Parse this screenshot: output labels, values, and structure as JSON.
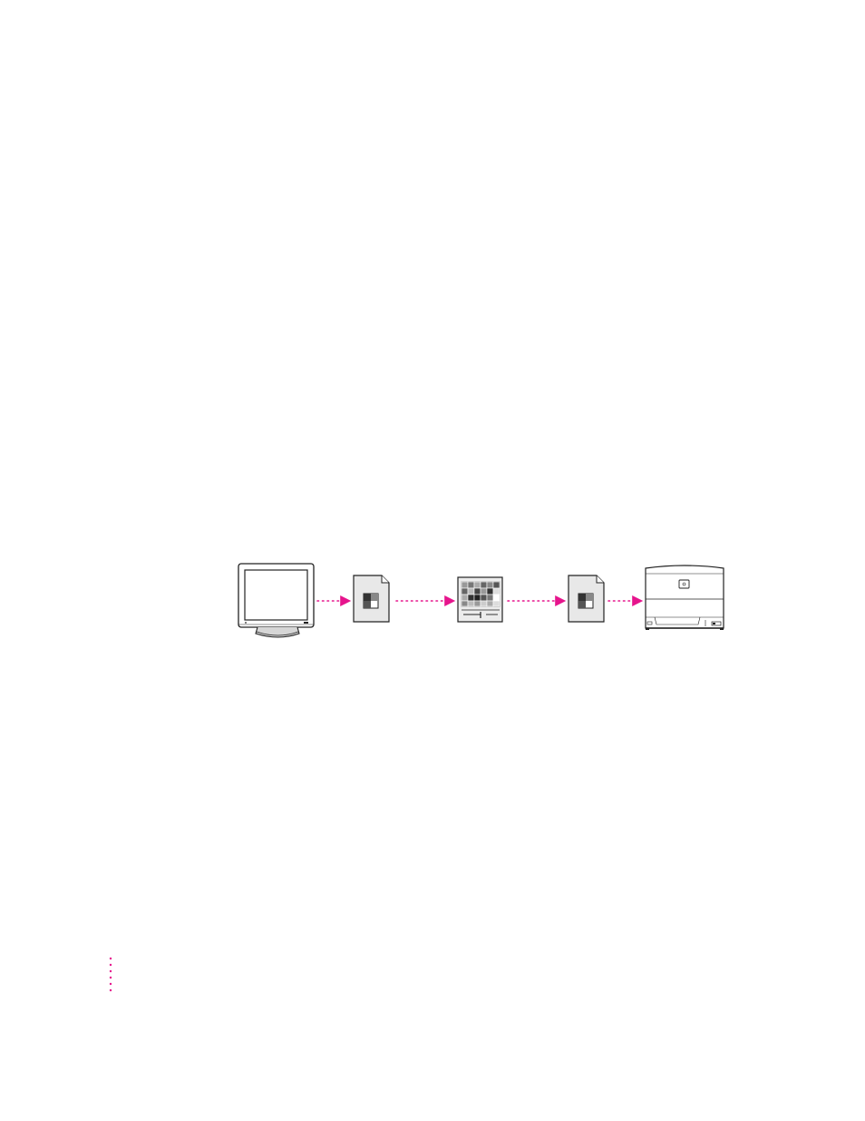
{
  "diagram": {
    "nodes": [
      {
        "id": "monitor",
        "icon": "monitor-icon"
      },
      {
        "id": "document-source",
        "icon": "document-icon"
      },
      {
        "id": "color-utility",
        "icon": "color-palette-window-icon"
      },
      {
        "id": "document-output",
        "icon": "document-icon"
      },
      {
        "id": "printer",
        "icon": "printer-icon"
      }
    ],
    "edges": [
      {
        "from": "monitor",
        "to": "document-source",
        "style": "dotted-arrow"
      },
      {
        "from": "document-source",
        "to": "color-utility",
        "style": "dotted-arrow"
      },
      {
        "from": "color-utility",
        "to": "document-output",
        "style": "dotted-arrow"
      },
      {
        "from": "document-output",
        "to": "printer",
        "style": "dotted-arrow"
      }
    ]
  },
  "colors": {
    "accent": "#e6148c",
    "line": "#222222",
    "paper": "#ffffff",
    "gray_fill": "#e8e8e8"
  },
  "page": {
    "margin_marker": "dotted-margin-marker"
  }
}
